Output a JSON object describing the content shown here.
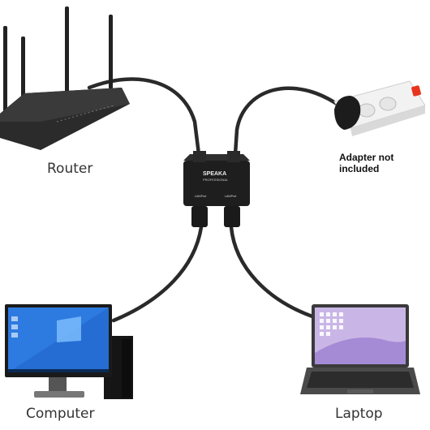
{
  "labels": {
    "router": "Router",
    "computer": "Computer",
    "laptop": "Laptop",
    "adapter_note": "Adapter not included"
  },
  "device": {
    "brand": "SPEAKA",
    "sub_brand": "PROFESSIONAL",
    "port_left": "LAN/Port",
    "port_right": "LAN/Port"
  },
  "colors": {
    "cable": "#2a2a2a",
    "splitter_body": "#1e1e1e",
    "router_body": "#2b2b2b",
    "power_strip": "#f2f2f2",
    "power_switch": "#e8341c",
    "monitor_wallpaper": "#2d7be0",
    "laptop_wallpaper": "#c9b6e6"
  }
}
